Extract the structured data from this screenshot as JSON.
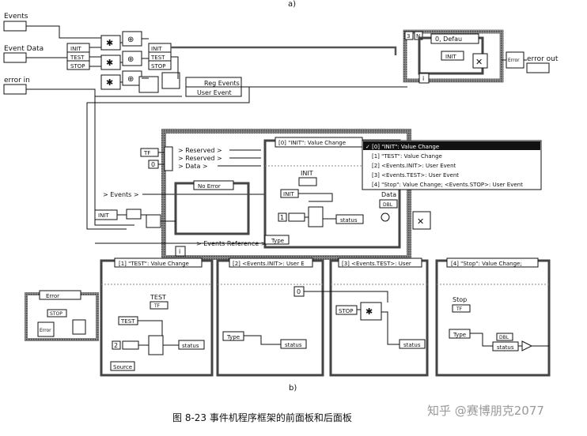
{
  "top_marker": "a)",
  "bottom_marker": "b)",
  "caption": "图 8-23   事件机程序框架的前面板和后面板",
  "watermark": "知乎 @赛博朋克2077",
  "labels": {
    "events": "Events",
    "event_data": "Event Data",
    "error_in": "error in",
    "error_out": "error out",
    "reg_events": "Reg Events",
    "user_event": "User Event",
    "reserved1": "> Reserved >",
    "reserved2": "> Reserved >",
    "data": "> Data >",
    "events_arrow": "> Events >",
    "events_reference": "> Events Reference >",
    "no_error": "No Error",
    "init_case": "[0] \"INIT\": Value Change",
    "init_label": "INIT",
    "init_const": "INIT",
    "status": "status",
    "type": "Type",
    "data_label": "Data",
    "loop_count": "0",
    "default_case": "0, Defau",
    "init2": "INIT",
    "num3": "3",
    "n_label": "N",
    "i_label": "i",
    "one": "1",
    "zero": "0",
    "tf_const": "TF",
    "dbl_const": "DBL",
    "dbl2": "DBL"
  },
  "cluster": {
    "items": [
      "INIT",
      "TEST",
      "STOP"
    ]
  },
  "cluster2": {
    "items": [
      "INIT",
      "TEST",
      "STOP"
    ]
  },
  "event_menu": {
    "items": [
      "✓ [0] \"INIT\": Value Change",
      "[1] \"TEST\": Value Change",
      "[2] <Events.INIT>: User Event",
      "[3] <Events.TEST>: User Event",
      "[4] \"Stop\": Value Change;  <Events.STOP>: User Event"
    ]
  },
  "panels": {
    "error": {
      "case": "Error",
      "stop": "STOP",
      "err": "Error"
    },
    "p1": {
      "case": "[1] \"TEST\": Value Change",
      "label": "TEST",
      "const": "TEST",
      "one": "2",
      "status": "status",
      "source": "Source",
      "tf": "TF"
    },
    "p2": {
      "case": "[2] <Events.INIT>: User E",
      "type": "Type",
      "status": "status"
    },
    "p3": {
      "case": "[3] <Events.TEST>: User",
      "const": "0",
      "stop": "STOP",
      "status": "status"
    },
    "p4": {
      "case": "[4] \"Stop\": Value Change;",
      "label": "Stop",
      "type": "Type",
      "status": "status",
      "tf": "TF"
    }
  }
}
